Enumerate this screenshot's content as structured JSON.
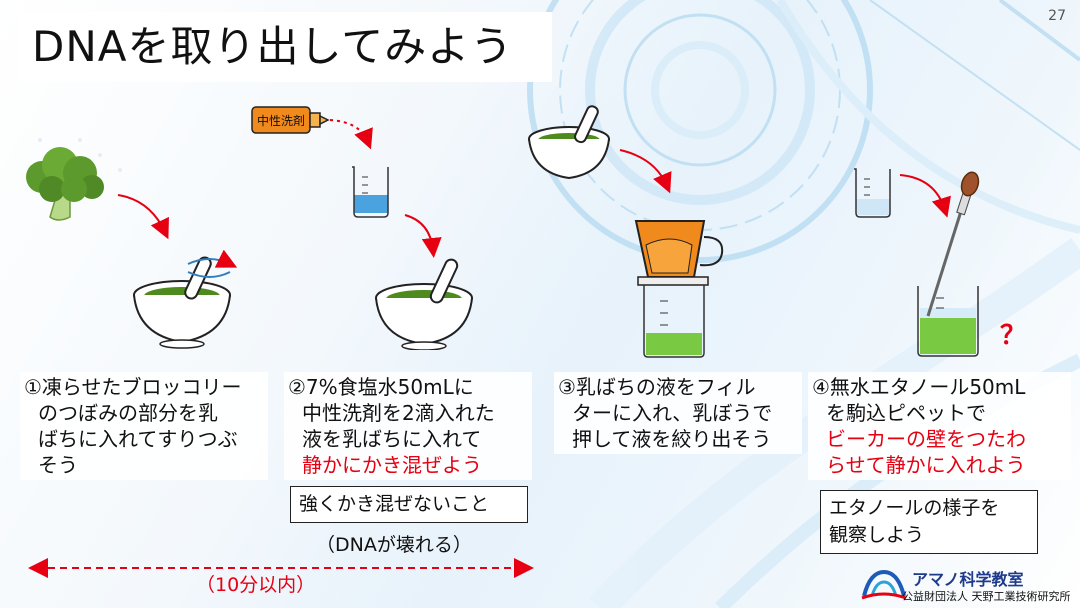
{
  "page": {
    "title": "DNAを取り出してみよう",
    "number": "27"
  },
  "steps": [
    {
      "line1": "①凍らせたブロッコリー",
      "line2": "のつぼみの部分を乳",
      "line3": "ばちに入れてすりつぶ",
      "line4": "そう"
    },
    {
      "line1": "②7%食塩水50mLに",
      "line2": "中性洗剤を2滴入れた",
      "line3": "液を乳ばちに入れて",
      "line4_red": "静かにかき混ぜよう"
    },
    {
      "line1": "③乳ばちの液をフィル",
      "line2": "ターに入れ、乳ぼうで",
      "line3": "押して液を絞り出そう"
    },
    {
      "line1": "④無水エタノール50mL",
      "line2": "を駒込ピペットで",
      "line3_red": "ビーカーの壁をつたわ",
      "line4_red": "らせて静かに入れよう"
    }
  ],
  "notes": {
    "warning": "強くかき混ぜないこと",
    "warning_reason": "（DNAが壊れる）",
    "observe_line1": "エタノールの様子を",
    "observe_line2": "観察しよう"
  },
  "time_label": "（10分以内）",
  "detergent_label": "中性洗剤",
  "question_mark": "？",
  "logo": {
    "name": "アマノ科学教室",
    "org": "公益財団法人 天野工業技術研究所"
  },
  "colors": {
    "accent_red": "#e60012",
    "mash_green": "#4f8a1e",
    "liquid_blue": "#4aa3df",
    "filter_orange": "#f08a1c"
  }
}
